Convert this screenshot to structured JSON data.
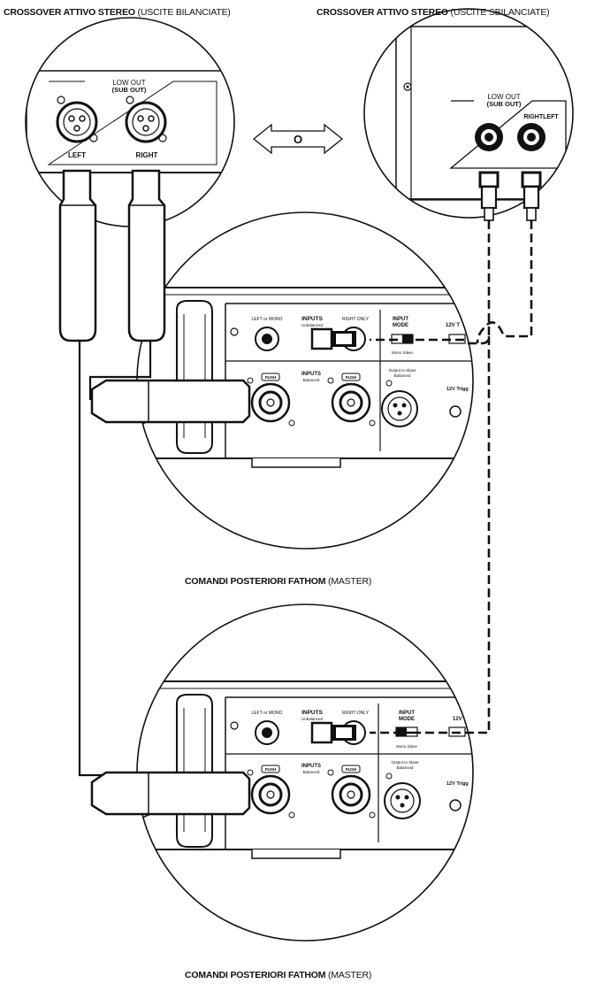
{
  "captions": {
    "top_left": {
      "bold": "CROSSOVER ATTIVO STEREO",
      "normal": " (USCITE BILANCIATE)"
    },
    "top_right": {
      "bold": "CROSSOVER ATTIVO STEREO",
      "normal": " (USCITE SBILANCIATE)"
    },
    "middle": {
      "bold": "COMANDI POSTERIORI FATHOM",
      "normal": " (MASTER)"
    },
    "bottom": {
      "bold": "COMANDI POSTERIORI FATHOM",
      "normal": " (MASTER)"
    }
  },
  "or_label": "O",
  "xlr_crossover": {
    "header": "LOW OUT",
    "subheader": "(SUB OUT)",
    "left": "LEFT",
    "right": "RIGHT"
  },
  "rca_crossover": {
    "header": "LOW OUT",
    "subheader": "(SUB OUT)",
    "rightleft": "RIGHTLEFT"
  },
  "panel": {
    "left_or_mono": "LEFT or MONO",
    "inputs": "INPUTS",
    "unbalanced": "Unbalanced",
    "right_only": "RIGHT ONLY",
    "input_mode": "INPUT",
    "mode": "MODE",
    "v12_top": "12V T",
    "inputs_bal": "INPUTS",
    "balanced": "Balanced",
    "push": "PUSH",
    "output_slave": "Output to Slave",
    "output_bal": "Balanced",
    "trigger": "12V Trigg",
    "mono_slave": "Mono Slave"
  }
}
